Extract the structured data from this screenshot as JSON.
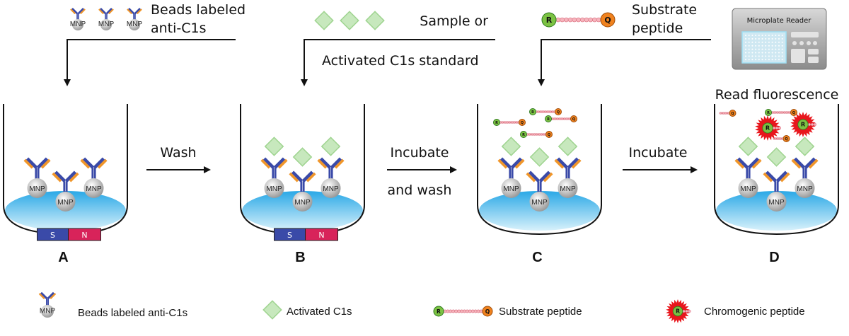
{
  "inputs": {
    "beads": {
      "line1": "Beads labeled",
      "line2": "anti-C1s"
    },
    "sample": {
      "line1": "Sample or",
      "line2": "Activated C1s standard"
    },
    "substrate": {
      "line1": "Substrate",
      "line2": "peptide"
    },
    "reader": {
      "label": "Microplate Reader"
    }
  },
  "steps": {
    "wash": "Wash",
    "incubate_wash": {
      "line1": "Incubate",
      "line2": "and wash"
    },
    "incubate": "Incubate",
    "read": "Read fluorescence"
  },
  "panels": [
    "A",
    "B",
    "C",
    "D"
  ],
  "bead_label": "MNP",
  "magnet": {
    "south": "S",
    "north": "N"
  },
  "peptide": {
    "reporter": "R",
    "quencher": "Q"
  },
  "legend": [
    {
      "icon": "antibody-bead-icon",
      "label": "Beads labeled anti-C1s"
    },
    {
      "icon": "diamond-icon",
      "label": "Activated C1s"
    },
    {
      "icon": "substrate-peptide-icon",
      "label": "Substrate peptide"
    },
    {
      "icon": "chromogenic-peptide-icon",
      "label": "Chromogenic peptide"
    }
  ],
  "colors": {
    "antibody": "#3a4aa8",
    "arm": "#f0962a",
    "c1s": "#bfe3b4",
    "reporter": "#7cc243",
    "quencher": "#f0821e",
    "liquid": "#5cc4ee",
    "south": "#3a4aa8",
    "north": "#d8235a",
    "fluor": "#e8161c"
  }
}
